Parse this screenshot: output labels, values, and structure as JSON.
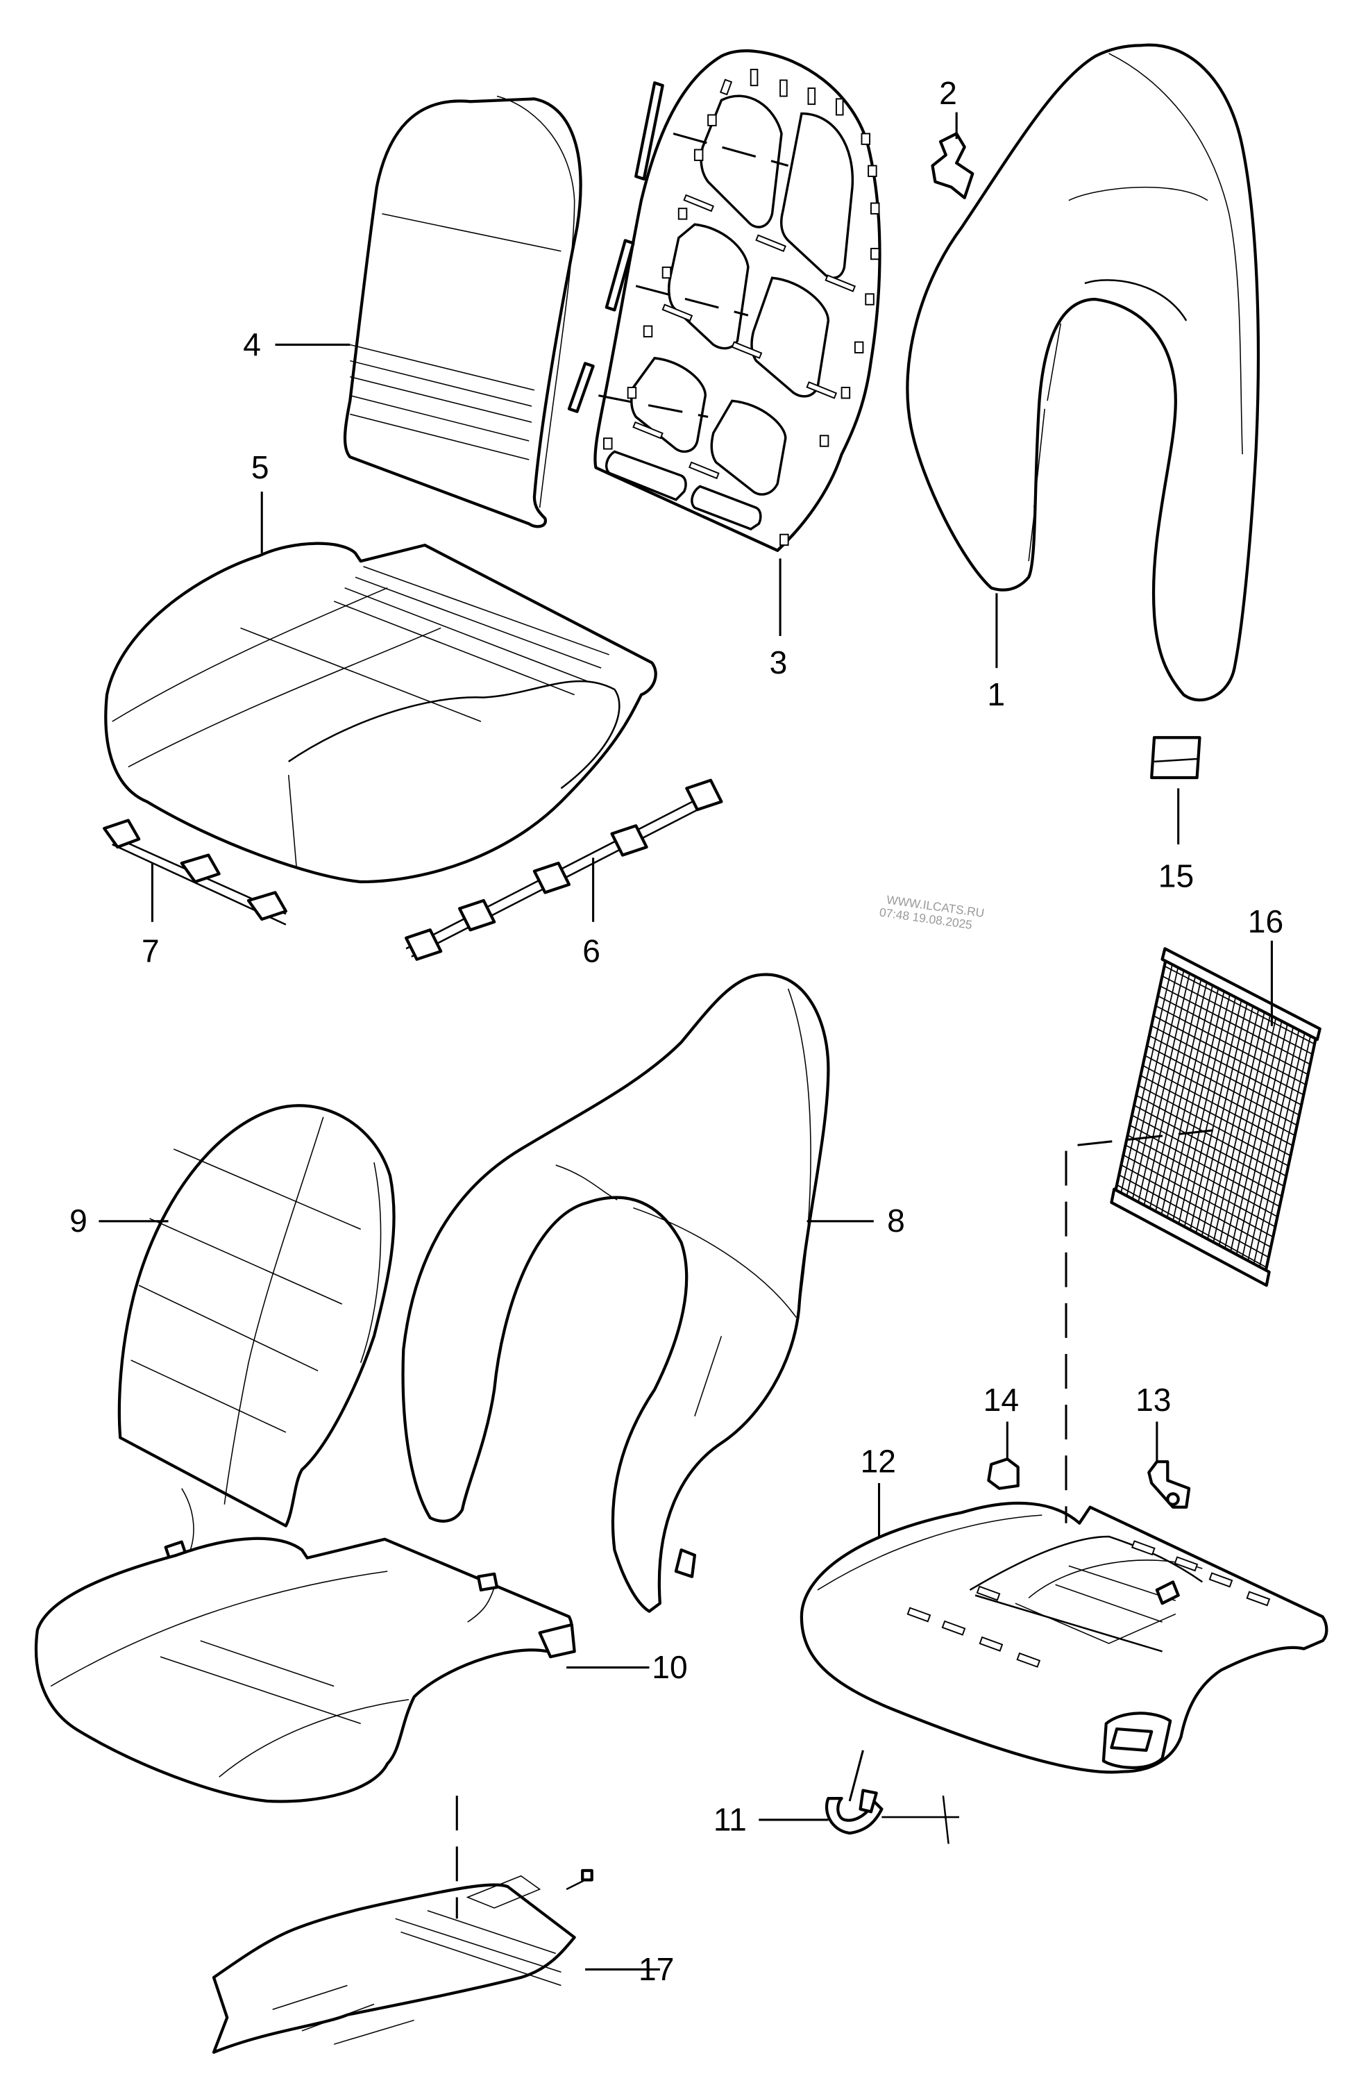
{
  "diagram": {
    "type": "exploded parts diagram",
    "subject": "seat cushion, backrest and covers",
    "callouts": [
      {
        "id": "1",
        "label": "1",
        "part": "backrest side bolster frame / outer cover"
      },
      {
        "id": "2",
        "label": "2",
        "part": "clip"
      },
      {
        "id": "3",
        "label": "3",
        "part": "backrest suspension panel"
      },
      {
        "id": "4",
        "label": "4",
        "part": "backrest padding"
      },
      {
        "id": "5",
        "label": "5",
        "part": "seat cushion padding"
      },
      {
        "id": "6",
        "label": "6",
        "part": "retaining strip (long)"
      },
      {
        "id": "7",
        "label": "7",
        "part": "retaining strip (short)"
      },
      {
        "id": "8",
        "label": "8",
        "part": "backrest bolster cover"
      },
      {
        "id": "9",
        "label": "9",
        "part": "backrest center cover"
      },
      {
        "id": "10",
        "label": "10",
        "part": "seat cushion cover"
      },
      {
        "id": "11",
        "label": "11",
        "part": "hook clip"
      },
      {
        "id": "12",
        "label": "12",
        "part": "seat cushion foam"
      },
      {
        "id": "13",
        "label": "13",
        "part": "fastener"
      },
      {
        "id": "14",
        "label": "14",
        "part": "clip"
      },
      {
        "id": "15",
        "label": "15",
        "part": "clip"
      },
      {
        "id": "16",
        "label": "16",
        "part": "mesh insert"
      },
      {
        "id": "17",
        "label": "17",
        "part": "seat heating element"
      }
    ]
  },
  "watermark": {
    "line1": "WWW.ILCATS.RU",
    "line2": "07:48 19.08.2025",
    "color": "#9a9a9a"
  }
}
